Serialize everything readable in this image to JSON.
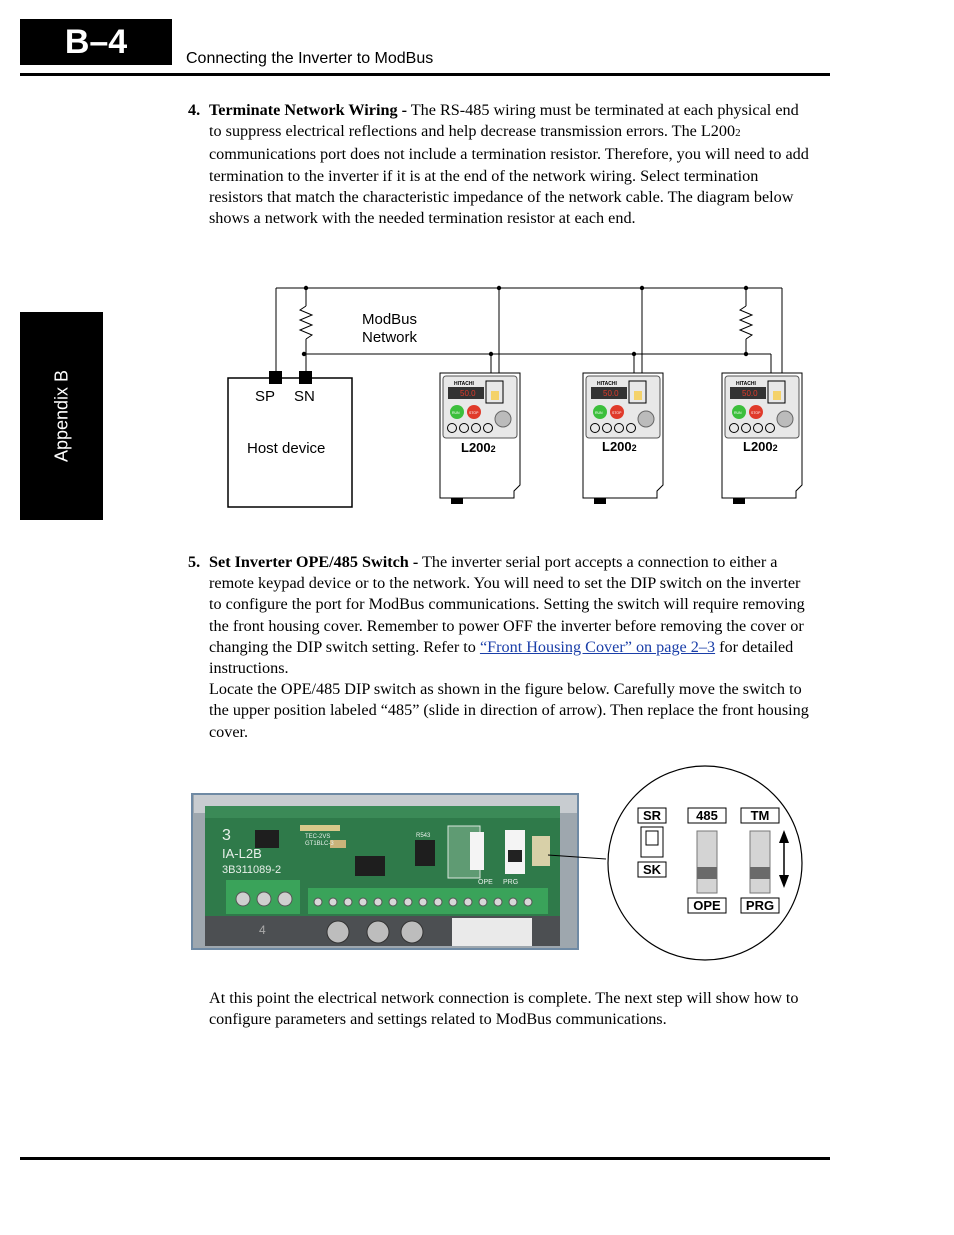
{
  "header": {
    "page_tab": "B–4",
    "title": "Connecting the Inverter to ModBus"
  },
  "side_tab": {
    "label": "Appendix B"
  },
  "step4": {
    "number": "4.",
    "title": "Terminate Network Wiring -",
    "text_1": " The RS-485 wiring must be terminated at each physical end to suppress electrical reflections and help decrease transmission errors. The L200",
    "model_suffix": "2",
    "text_2": " communications port does not include a termination resistor. Therefore, you will need to add termination to the inverter if it is at the end of the network wiring. Select termination resistors that match the characteristic impedance of the network cable. The diagram below shows a network with the needed termination resistor at each end."
  },
  "diagram1": {
    "network_label_1": "ModBus",
    "network_label_2": "Network",
    "host": {
      "sp": "SP",
      "sn": "SN",
      "label": "Host device"
    },
    "inverter": {
      "brand": "HITACHI",
      "display": "50.0",
      "model": "L200",
      "model_suffix": "2",
      "run_label": "RUN",
      "stop_label": "STOP"
    }
  },
  "step5": {
    "number": "5.",
    "title": "Set Inverter OPE/485 Switch -",
    "text_1": " The inverter serial port accepts a connection to either a remote keypad device or to the network. You will need to set the DIP switch on the inverter to configure the port for ModBus communications. Setting the switch will require removing the front housing cover. Remember to power OFF the inverter before removing the cover or changing the DIP switch setting. Refer to ",
    "link": "“Front Housing Cover” on page 2–3",
    "text_2": " for detailed instructions.",
    "text_3": "Locate the OPE/485 DIP switch as shown in the figure below. Carefully move the switch to the upper position labeled “485” (slide in direction of arrow). Then replace the front housing cover."
  },
  "diagram2": {
    "board_text_1": "3",
    "board_text_2": "IA-L2B",
    "board_text_3": "3B311089-2",
    "board_text_4": "4",
    "board_text_5": "TEC-2VS",
    "board_text_6": "GT1BLC-3",
    "board_text_7": "R543",
    "board_text_8": "OPE",
    "board_text_9": "PRG",
    "switch_sr": "SR",
    "switch_sk": "SK",
    "switch_485": "485",
    "switch_ope": "OPE",
    "switch_tm": "TM",
    "switch_prg": "PRG"
  },
  "closing": {
    "text": "At this point the electrical network connection is complete. The next step will show how to configure parameters and settings related to ModBus communications."
  },
  "colors": {
    "link": "#1a3ea8",
    "pcb_green": "#2f7a4a",
    "panel_gray": "#c8ccd0",
    "display_red": "#e03a2a"
  }
}
